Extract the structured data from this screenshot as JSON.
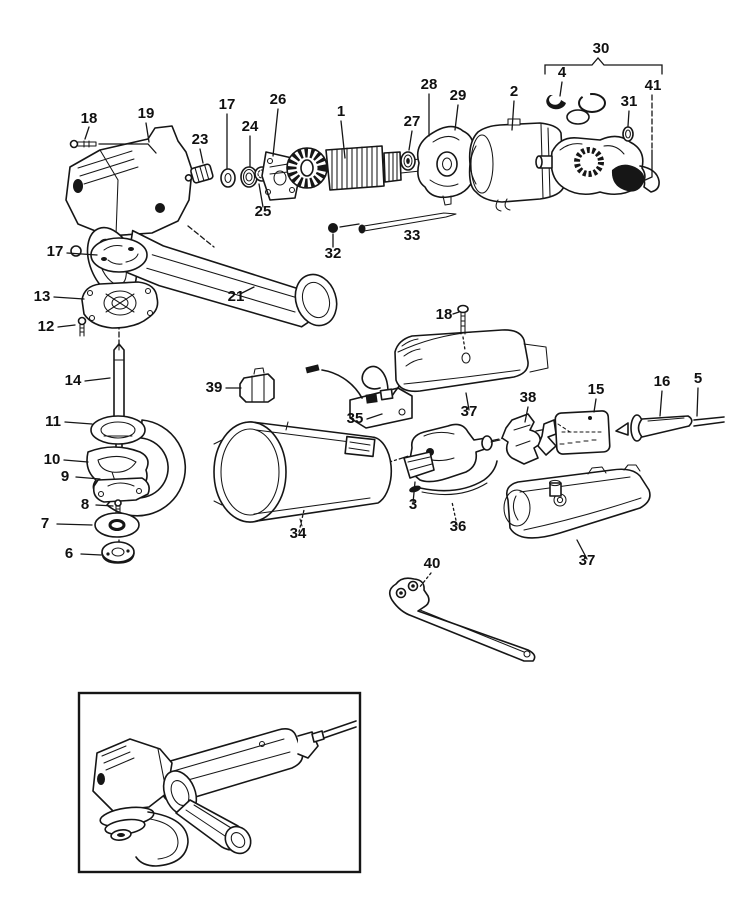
{
  "figure": {
    "background": "#ffffff",
    "ink": "#161616",
    "callouts": [
      {
        "text": "18"
      },
      {
        "text": "19"
      },
      {
        "text": "23"
      },
      {
        "text": "17"
      },
      {
        "text": "24"
      },
      {
        "text": "26"
      },
      {
        "text": "1"
      },
      {
        "text": "25"
      },
      {
        "text": "27"
      },
      {
        "text": "28"
      },
      {
        "text": "29"
      },
      {
        "text": "2"
      },
      {
        "text": "30"
      },
      {
        "text": "4"
      },
      {
        "text": "31"
      },
      {
        "text": "41"
      },
      {
        "text": "32"
      },
      {
        "text": "33"
      },
      {
        "text": "21"
      },
      {
        "text": "17"
      },
      {
        "text": "13"
      },
      {
        "text": "12"
      },
      {
        "text": "14"
      },
      {
        "text": "11"
      },
      {
        "text": "10"
      },
      {
        "text": "9"
      },
      {
        "text": "8"
      },
      {
        "text": "7"
      },
      {
        "text": "6"
      },
      {
        "text": "18"
      },
      {
        "text": "39"
      },
      {
        "text": "35"
      },
      {
        "text": "37"
      },
      {
        "text": "38"
      },
      {
        "text": "15"
      },
      {
        "text": "16"
      },
      {
        "text": "5"
      },
      {
        "text": "34"
      },
      {
        "text": "3"
      },
      {
        "text": "36"
      },
      {
        "text": "37"
      },
      {
        "text": "40"
      }
    ]
  }
}
